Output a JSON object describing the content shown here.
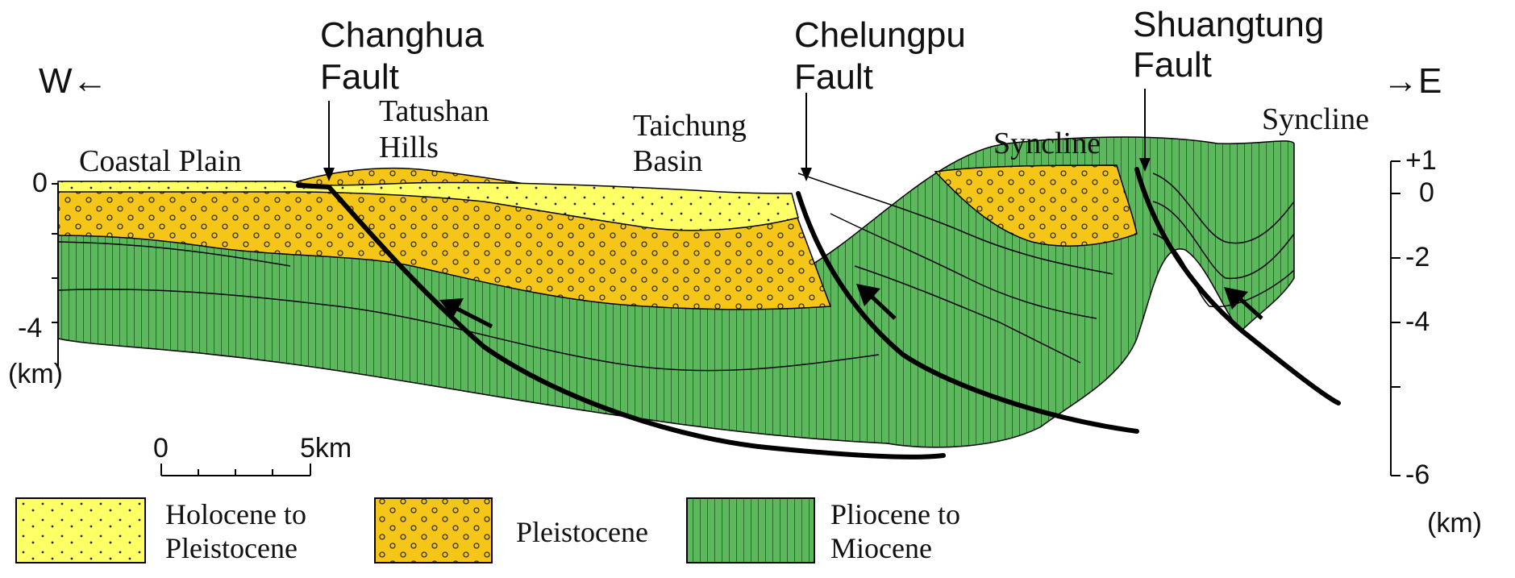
{
  "directions": {
    "west": "W←",
    "east": "→E"
  },
  "faults": {
    "changhua": {
      "line1": "Changhua",
      "line2": "Fault"
    },
    "chelungpu": {
      "line1": "Chelungpu",
      "line2": "Fault"
    },
    "shuangtung": {
      "line1": "Shuangtung",
      "line2": "Fault"
    }
  },
  "features": {
    "coastal_plain": "Coastal Plain",
    "tatushan_1": "Tatushan",
    "tatushan_2": "Hills",
    "taichung_1": "Taichung",
    "taichung_2": "Basin",
    "syncline_1": "Syncline",
    "syncline_2": "Syncline"
  },
  "left_axis": {
    "top": "0",
    "bottom": "-4",
    "unit": "(km)"
  },
  "right_axis": {
    "ticks": [
      "+1",
      "0",
      "-2",
      "-4",
      "-6"
    ],
    "unit": "(km)"
  },
  "scale_bar": {
    "start": "0",
    "end": "5km"
  },
  "legend": [
    {
      "line1": "Holocene to",
      "line2": "Pleistocene",
      "color": "#ffff66"
    },
    {
      "line1": "Pleistocene",
      "line2": "",
      "color": "#f5c518"
    },
    {
      "line1": "Pliocene to",
      "line2": "Miocene",
      "color": "#5cb85c"
    }
  ],
  "colors": {
    "holocene": "#ffff66",
    "pleistocene": "#f5c518",
    "pliocene": "#5cb85c",
    "line": "#000000"
  }
}
